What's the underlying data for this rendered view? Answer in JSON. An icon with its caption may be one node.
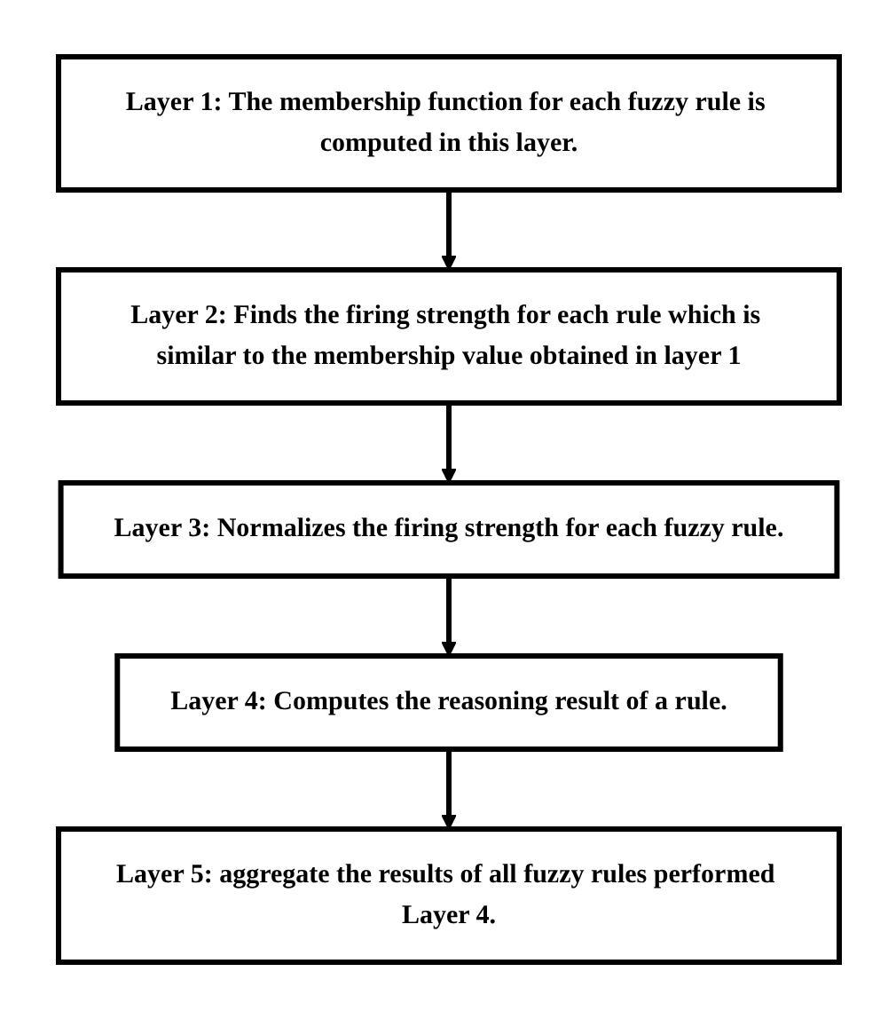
{
  "diagram": {
    "nodes": [
      {
        "text": [
          "Layer 1: The membership function for each fuzzy rule is computed in this layer."
        ]
      },
      {
        "text": [
          "Layer 2: Finds the firing strength for each rule which is similar to the membership value obtained in layer 1"
        ]
      },
      {
        "text": [
          "Layer 3: Normalizes the firing strength for each fuzzy rule."
        ]
      },
      {
        "text": [
          "Layer 4: Computes the reasoning result of a rule."
        ]
      },
      {
        "text": [
          "Layer 5: aggregate the results of all fuzzy rules performed Layer 4."
        ]
      }
    ],
    "edges": [
      {
        "from": 0,
        "to": 1,
        "arrow": "to"
      },
      {
        "from": 1,
        "to": 2,
        "arrow": "to"
      },
      {
        "from": 2,
        "to": 3,
        "arrow": "to"
      },
      {
        "from": 3,
        "to": 4,
        "arrow": "to"
      }
    ]
  }
}
